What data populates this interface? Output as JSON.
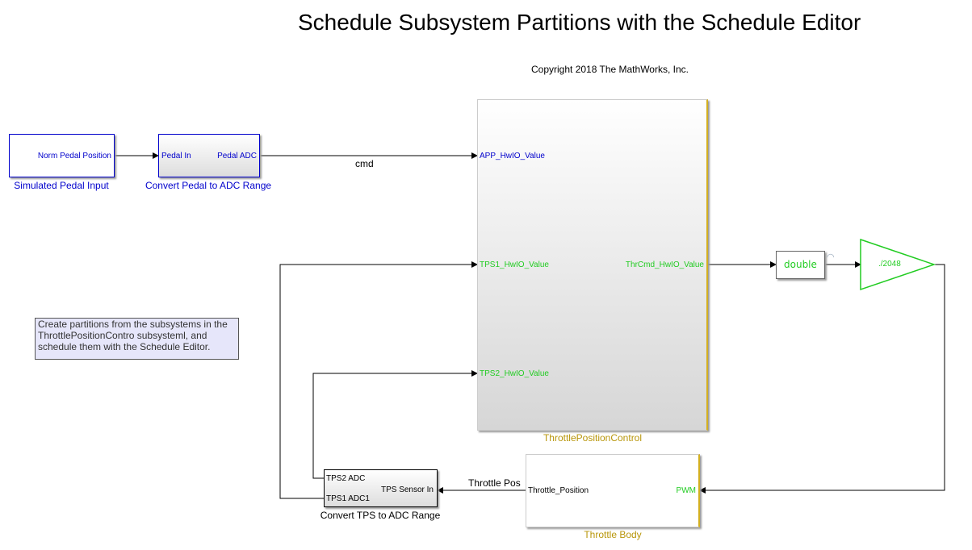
{
  "title": "Schedule Subsystem Partitions with the Schedule Editor",
  "copyright": "Copyright 2018 The MathWorks, Inc.",
  "blocks": {
    "pedal_input": {
      "name": "Simulated Pedal Input",
      "port_out": "Norm Pedal Position"
    },
    "pedal_adc": {
      "name": "Convert Pedal to ADC Range",
      "port_in": "Pedal In",
      "port_out": "Pedal ADC"
    },
    "tpc": {
      "name": "ThrottlePositionControl",
      "in1": "APP_HwIO_Value",
      "in2": "TPS1_HwIO_Value",
      "in3": "TPS2_HwIO_Value",
      "out1": "ThrCmd_HwIO_Value"
    },
    "double": {
      "name": "double"
    },
    "gain": {
      "name": "./2048"
    },
    "throttle_body": {
      "name": "Throttle Body",
      "port_in": "PWM",
      "port_out": "Throttle_Position"
    },
    "tps_adc": {
      "name": "Convert TPS to ADC Range",
      "out1": "TPS2 ADC",
      "out2": "TPS1 ADC1",
      "port_in": "TPS Sensor In"
    }
  },
  "signals": {
    "cmd": "cmd",
    "throttle_pos": "Throttle Pos"
  },
  "annotation": "Create partitions from the subsystems in the ThrottlePositionContro subsysteml, and schedule them with the Schedule Editor.",
  "colors": {
    "blue": "#0000cc",
    "green": "#22cc22",
    "gold": "#b8960a"
  }
}
